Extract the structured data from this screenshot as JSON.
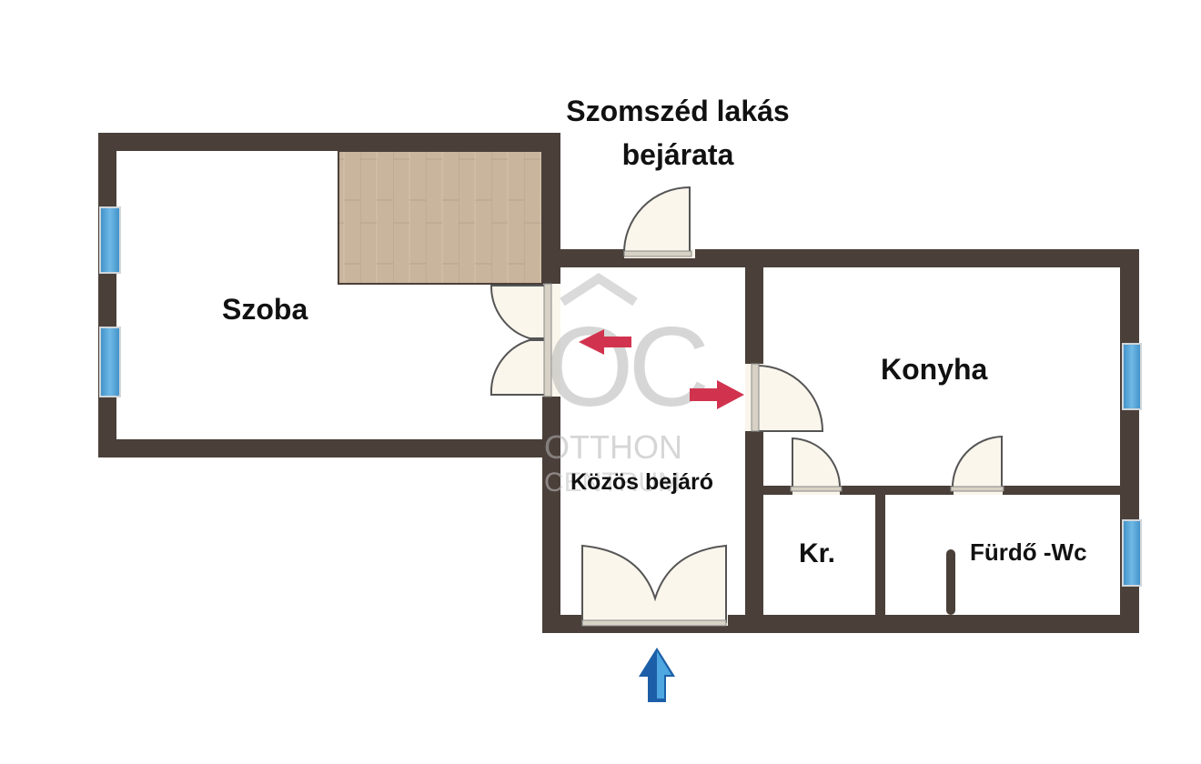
{
  "floor_plan": {
    "title_line1": "Szomszéd lakás",
    "title_line2": "bejárata",
    "rooms": {
      "szoba": "Szoba",
      "kozos": "Közös bejáró",
      "konyha": "Konyha",
      "kamra": "Kr.",
      "furdo": "Fürdő -Wc"
    }
  },
  "watermark": {
    "logo": "OC",
    "line1": "OTTHON",
    "line2": "CENTRUM"
  },
  "colors": {
    "wall": "#4a3f39",
    "floor": "#ffffff",
    "wardrobe": "#c9b49d",
    "door": "#fbf6ec",
    "window": "#4a9fd4",
    "arrow_red": "#d1334f",
    "arrow_blue": "#1c6ab0"
  }
}
